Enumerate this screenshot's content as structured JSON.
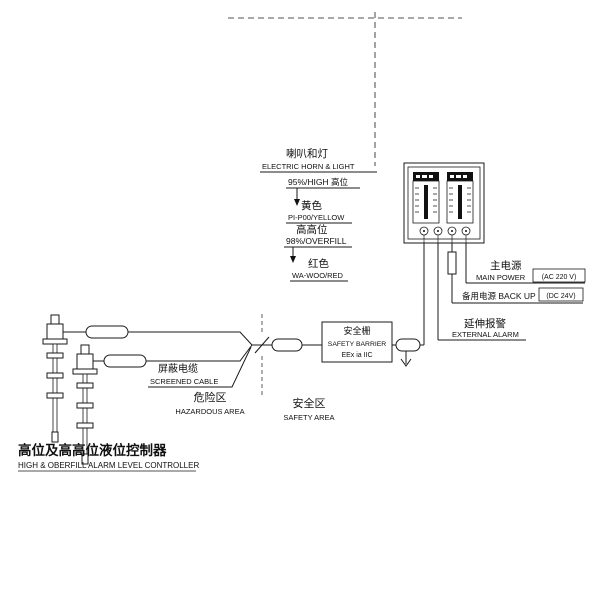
{
  "title": {
    "cn": "高位及高高位液位控制器",
    "en": "HIGH & OBERFILL ALARM LEVEL CONTROLLER"
  },
  "alarm": {
    "horn_light_cn": "喇叭和灯",
    "horn_light_en": "ELECTRIC HORN & LIGHT",
    "high_setpoint": "95%/HIGH 高位",
    "yellow_cn": "黄色",
    "yellow_code": "PI-P00/YELLOW",
    "overfill_cn": "高高位",
    "overfill_setpoint": "98%/OVERFILL",
    "red_cn": "红色",
    "red_code": "WA-WOO/RED"
  },
  "power": {
    "main_cn": "主电源",
    "main_en": "MAIN POWER",
    "main_rating": "(AC 220 V)",
    "backup_label": "备用电源 BACK UP",
    "backup_rating": "(DC 24V)",
    "external_alarm_cn": "延伸报警",
    "external_alarm_en": "EXTERNAL ALARM"
  },
  "barrier": {
    "name_cn": "安全栅",
    "name_en": "SAFETY BARRIER",
    "cert": "EEx ia IIC"
  },
  "cable": {
    "cn": "屏蔽电缆",
    "en": "SCREENED CABLE"
  },
  "areas": {
    "hazardous_cn": "危险区",
    "hazardous_en": "HAZARDOUS AREA",
    "safety_cn": "安全区",
    "safety_en": "SAFETY AREA"
  }
}
